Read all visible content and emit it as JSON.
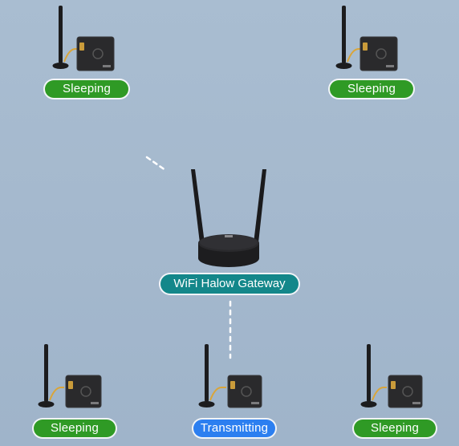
{
  "gateway": {
    "label": "WiFi Halow Gateway",
    "badge_color": "#13878a",
    "icon": "router-icon"
  },
  "nodes": [
    {
      "id": "top-left",
      "status": "Sleeping",
      "icon": "sensor-node-icon"
    },
    {
      "id": "top-right",
      "status": "Sleeping",
      "icon": "sensor-node-icon"
    },
    {
      "id": "bottom-left",
      "status": "Sleeping",
      "icon": "sensor-node-icon"
    },
    {
      "id": "bottom-center",
      "status": "Transmitting",
      "icon": "sensor-node-icon"
    },
    {
      "id": "bottom-right",
      "status": "Sleeping",
      "icon": "sensor-node-icon"
    }
  ],
  "colors": {
    "sleeping": "#2f9a25",
    "transmitting": "#2c7ff0",
    "background": "#a6bacf"
  }
}
